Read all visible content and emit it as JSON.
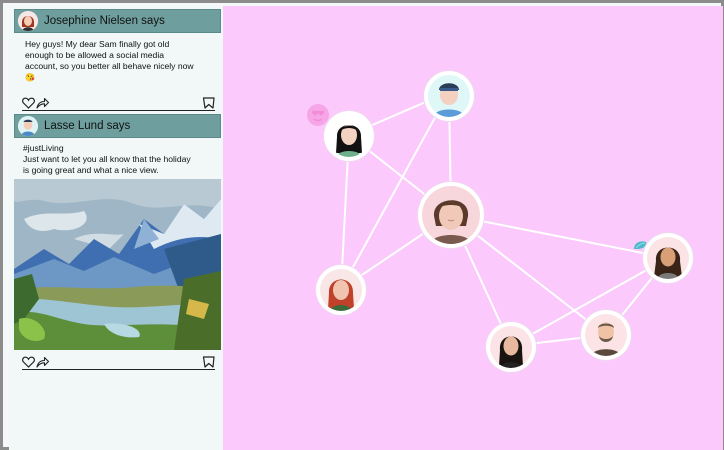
{
  "feed": {
    "posts": [
      {
        "author": "Josephine Nielsen says",
        "lines": [
          "Hey guys! My dear Sam finally got old",
          "enough to be allowed a social media",
          "account, so you better all behave nicely now"
        ],
        "emoji": "😘"
      },
      {
        "author": "Lasse Lund says",
        "lines": [
          "#justLiving",
          "Just want to let you all know that the holiday",
          "is going great and what a nice view."
        ]
      }
    ],
    "icons": [
      "heart-icon",
      "share-icon",
      "bookmark-icon"
    ]
  },
  "network": {
    "background": "#fbc9fc",
    "edge_color": "#ffffff",
    "nodes": [
      {
        "id": "center",
        "hair": "#5a3a2a",
        "skin": "#f1c9b8"
      },
      {
        "id": "top",
        "hair": "#2a3e5c",
        "skin": "#f3d0bf"
      },
      {
        "id": "upper-left",
        "hair": "#111111",
        "skin": "#f5d3c2"
      },
      {
        "id": "left",
        "hair": "#c0402a",
        "skin": "#f0c4ae"
      },
      {
        "id": "bottom",
        "hair": "#1a1410",
        "skin": "#e8b99e"
      },
      {
        "id": "bottom-right",
        "hair": "#6a5a4a",
        "skin": "#f0c2a6"
      },
      {
        "id": "right",
        "hair": "#3a2418",
        "skin": "#d9a078"
      }
    ]
  }
}
